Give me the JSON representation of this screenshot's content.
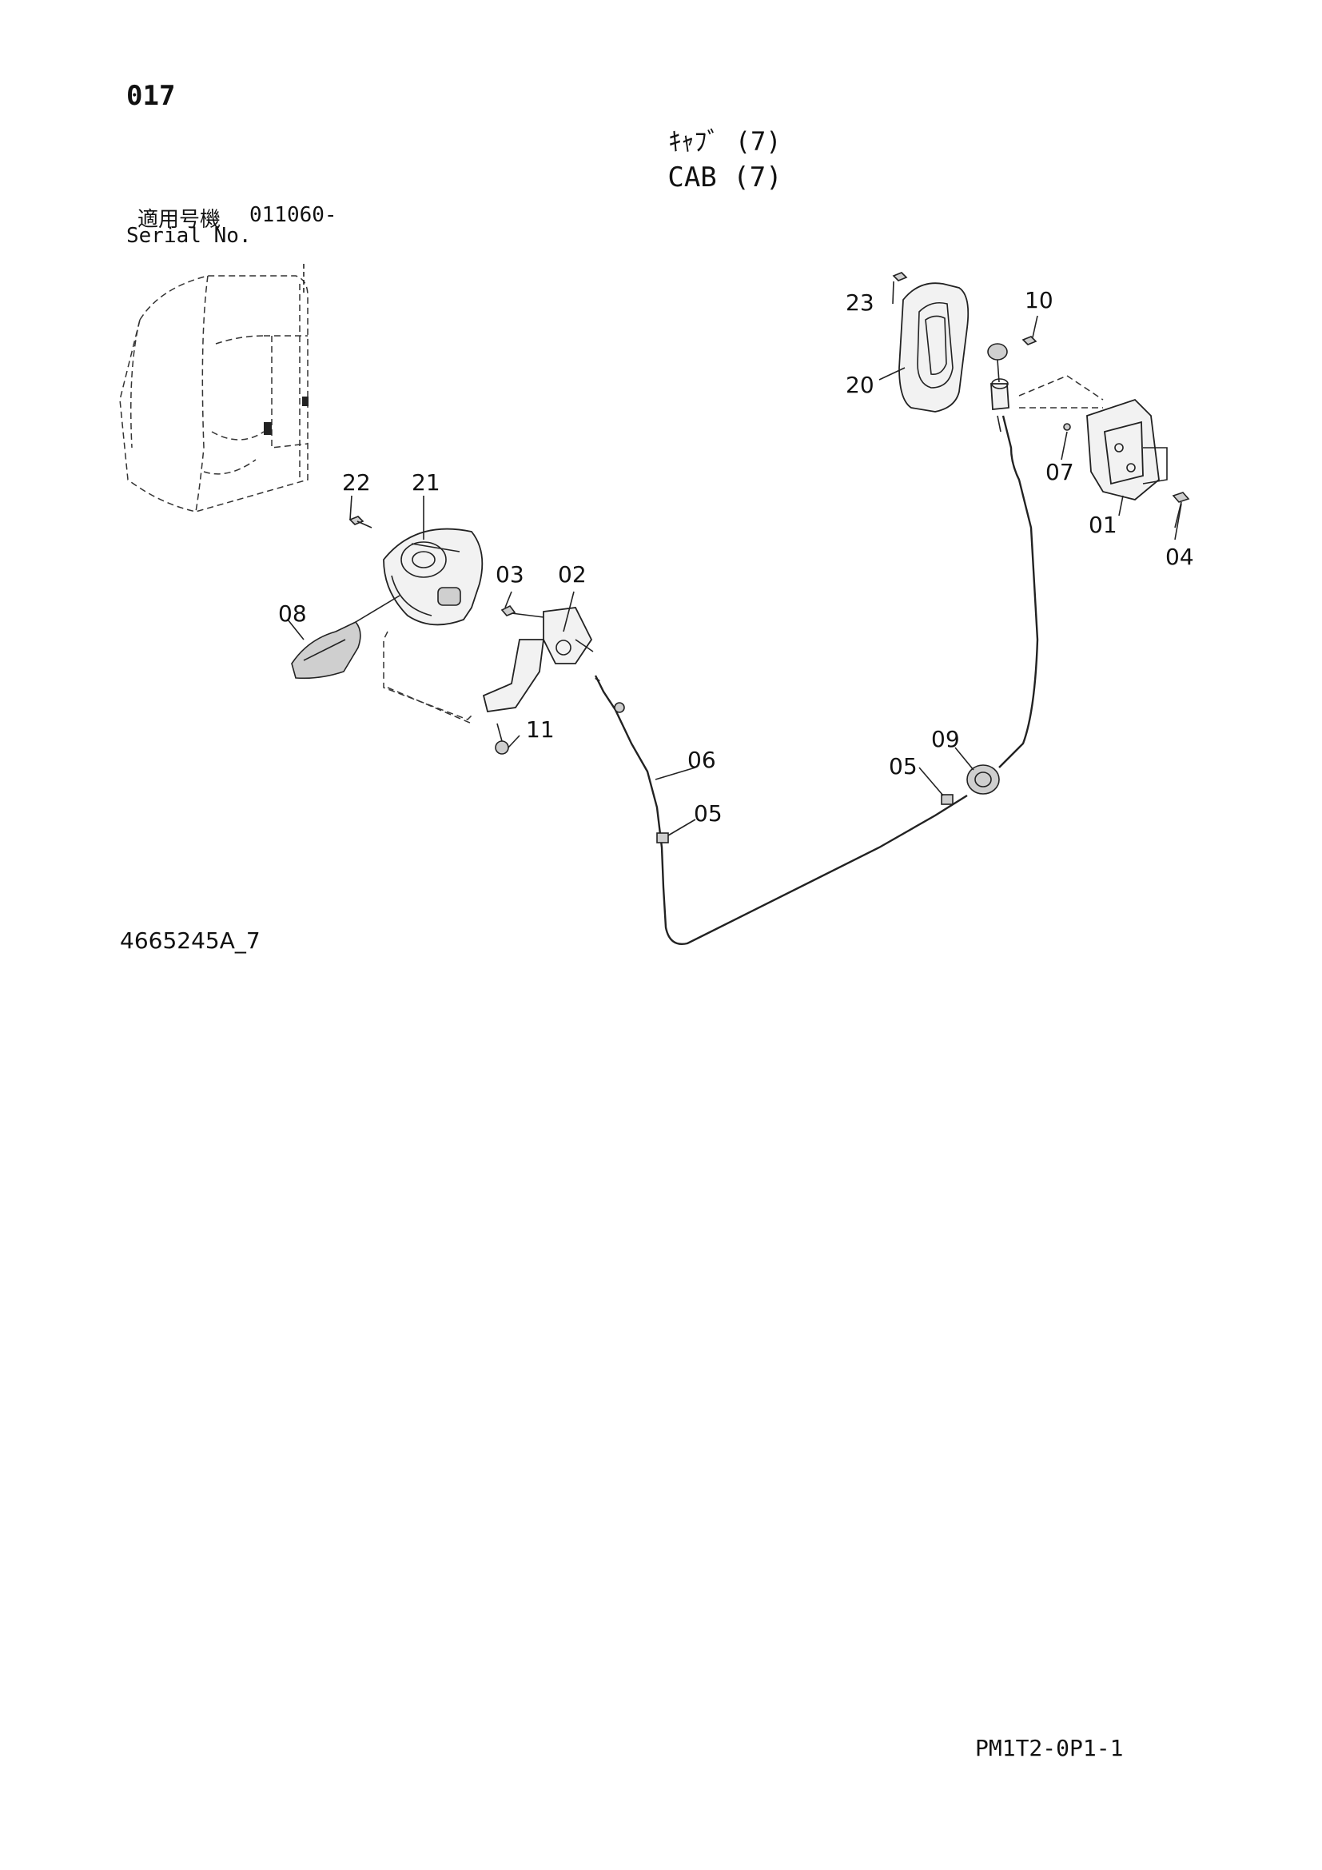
{
  "header": {
    "page_number": "017",
    "title_jp": "ｷｬﾌﾞ (7)",
    "title_en": "CAB (7)"
  },
  "serial": {
    "label_jp": "適用号機",
    "code": "011060-",
    "label_en": "Serial No."
  },
  "callouts": {
    "c01": "01",
    "c02": "02",
    "c03": "03",
    "c04": "04",
    "c05a": "05",
    "c05b": "05",
    "c06": "06",
    "c07": "07",
    "c08": "08",
    "c09": "09",
    "c10": "10",
    "c11": "11",
    "c20": "20",
    "c21": "21",
    "c22": "22",
    "c23": "23"
  },
  "diagram_code": "4665245A_7",
  "footer_code": "PM1T2-0P1-1"
}
